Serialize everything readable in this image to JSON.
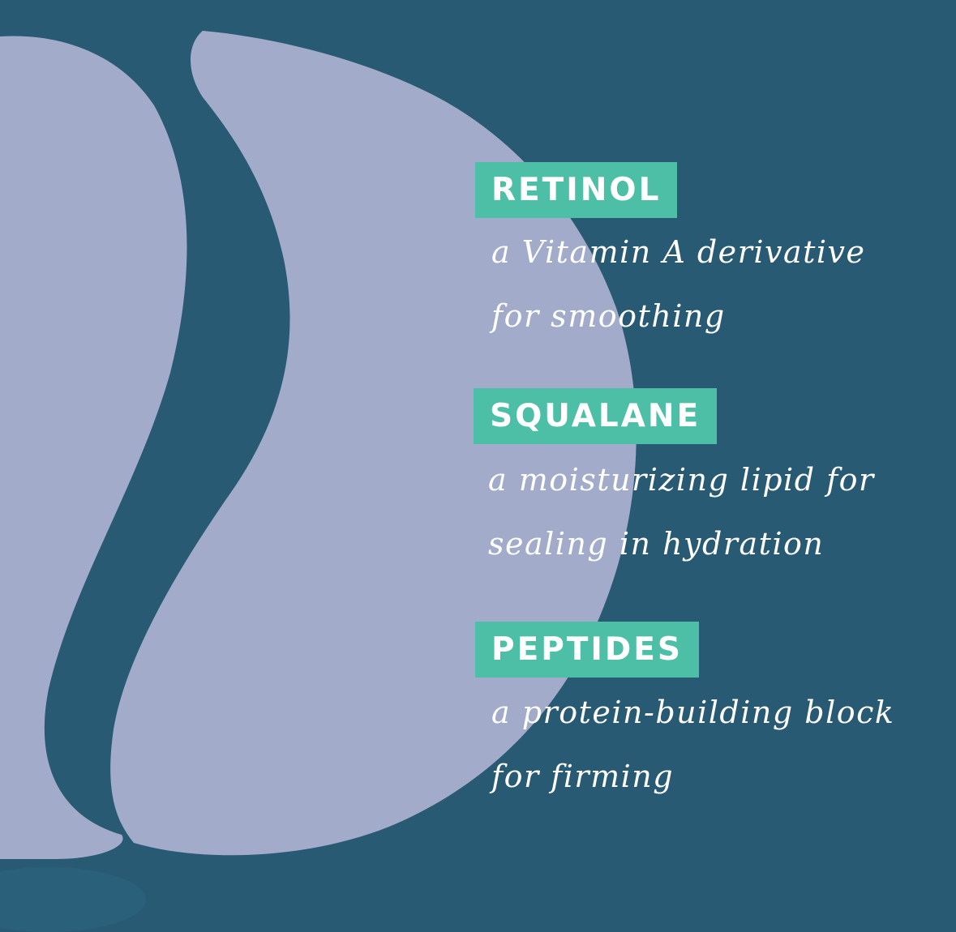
{
  "colors": {
    "background": "#295a73",
    "patch": "#a2acca",
    "label_background": "#4cbfa6",
    "text": "#ffffff"
  },
  "ingredients": [
    {
      "name": "RETINOL",
      "description": [
        "a Vitamin A derivative",
        "for smoothing"
      ]
    },
    {
      "name": "SQUALANE",
      "description": [
        "a moisturizing lipid for",
        "sealing in hydration"
      ]
    },
    {
      "name": "PEPTIDES",
      "description": [
        "a protein-building block",
        "for firming"
      ]
    }
  ]
}
